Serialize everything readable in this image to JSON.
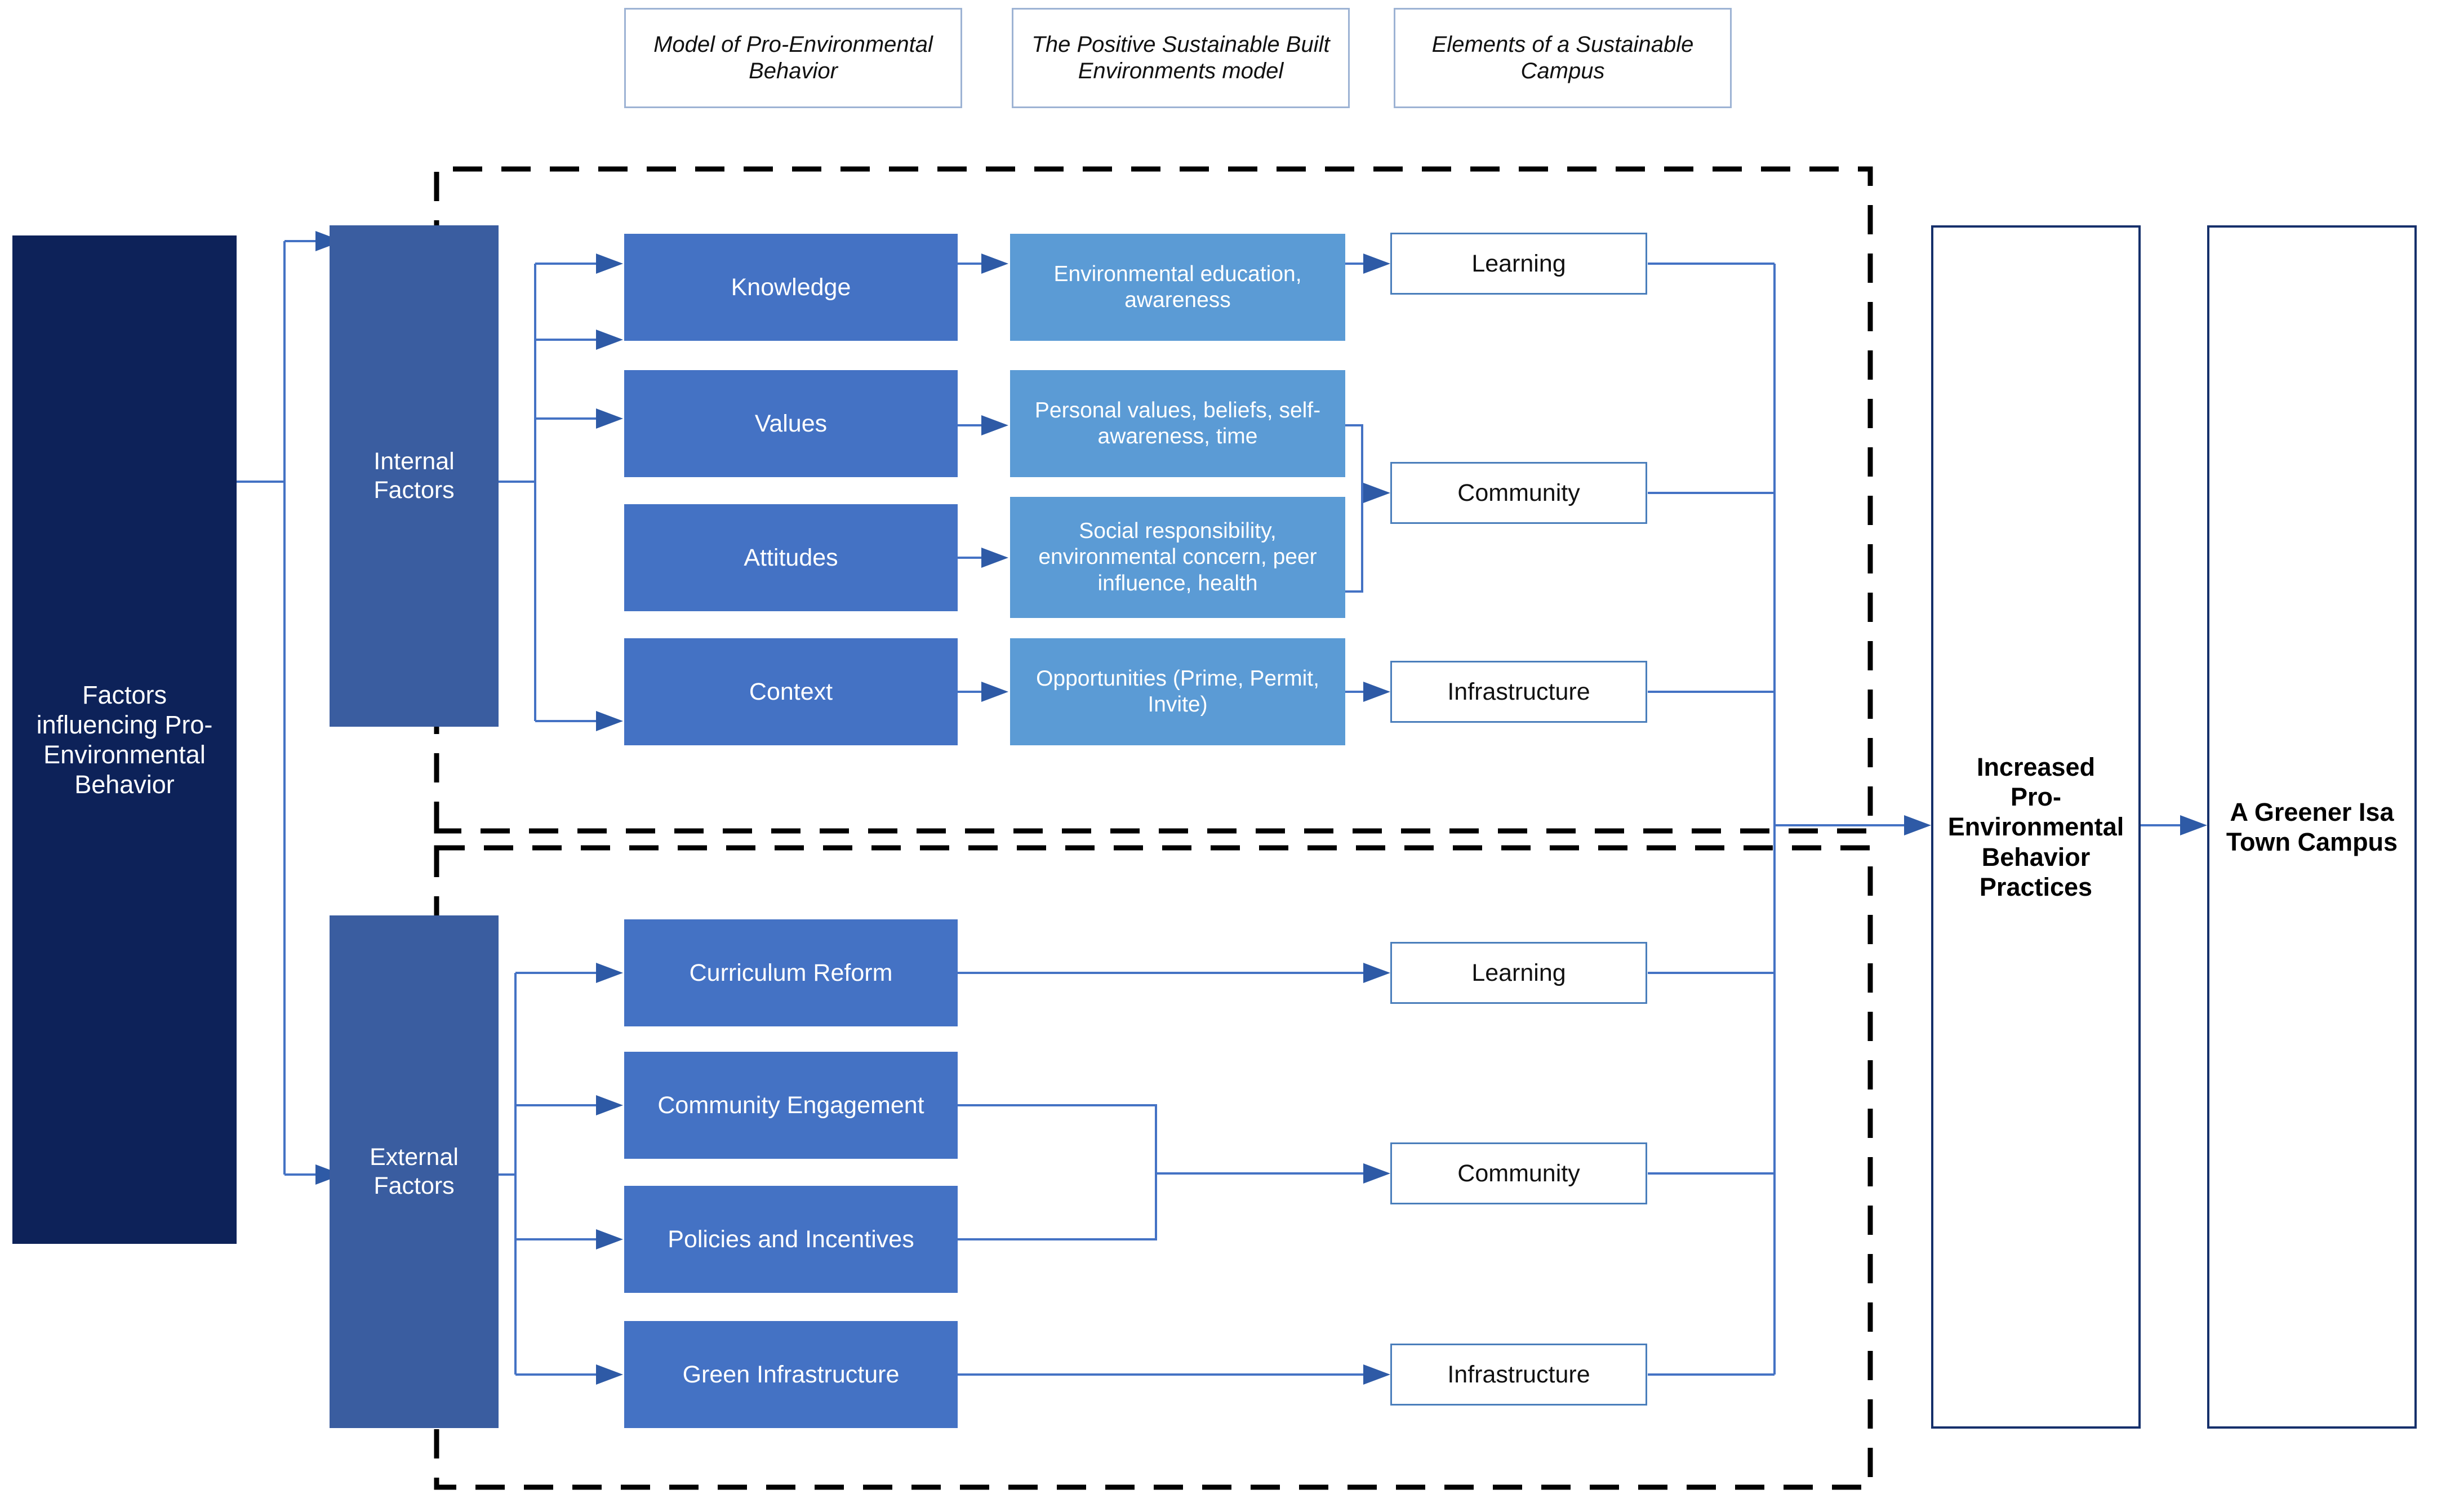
{
  "headers": [
    {
      "label": "Model of Pro-Environmental Behavior"
    },
    {
      "label": "The Positive Sustainable Built Environments model"
    },
    {
      "label": "Elements of a Sustainable Campus"
    }
  ],
  "root": {
    "label": "Factors influencing Pro-Environmental Behavior"
  },
  "groups": [
    {
      "label": "Internal Factors"
    },
    {
      "label": "External Factors"
    }
  ],
  "internal": {
    "drivers": [
      {
        "label": "Knowledge"
      },
      {
        "label": "Values"
      },
      {
        "label": "Attitudes"
      },
      {
        "label": "Context"
      }
    ],
    "descriptors": [
      {
        "label": "Environmental education, awareness"
      },
      {
        "label": "Personal values, beliefs, self-awareness, time"
      },
      {
        "label": "Social responsibility, environmental concern, peer influence, health"
      },
      {
        "label": "Opportunities (Prime, Permit, Invite)"
      }
    ],
    "elements": [
      {
        "label": "Learning"
      },
      {
        "label": "Community"
      },
      {
        "label": "Infrastructure"
      }
    ]
  },
  "external": {
    "drivers": [
      {
        "label": "Curriculum Reform"
      },
      {
        "label": "Community Engagement"
      },
      {
        "label": "Policies and Incentives"
      },
      {
        "label": "Green Infrastructure"
      }
    ],
    "elements": [
      {
        "label": "Learning"
      },
      {
        "label": "Community"
      },
      {
        "label": "Infrastructure"
      }
    ]
  },
  "outcomes": [
    {
      "label": "Increased Pro-Environmental Behavior Practices"
    },
    {
      "label": "A Greener Isa Town Campus"
    }
  ],
  "colors": {
    "navy": "#0D2259",
    "factor_blue": "#3A5DA0",
    "driver_blue": "#4472C4",
    "descriptor_blue": "#5B9BD5",
    "element_border": "#4A7EBB",
    "outcome_border": "#16306B",
    "connector": "#4472C4",
    "dashed_boundary": "#000000",
    "header_border": "#9DB3D4"
  }
}
